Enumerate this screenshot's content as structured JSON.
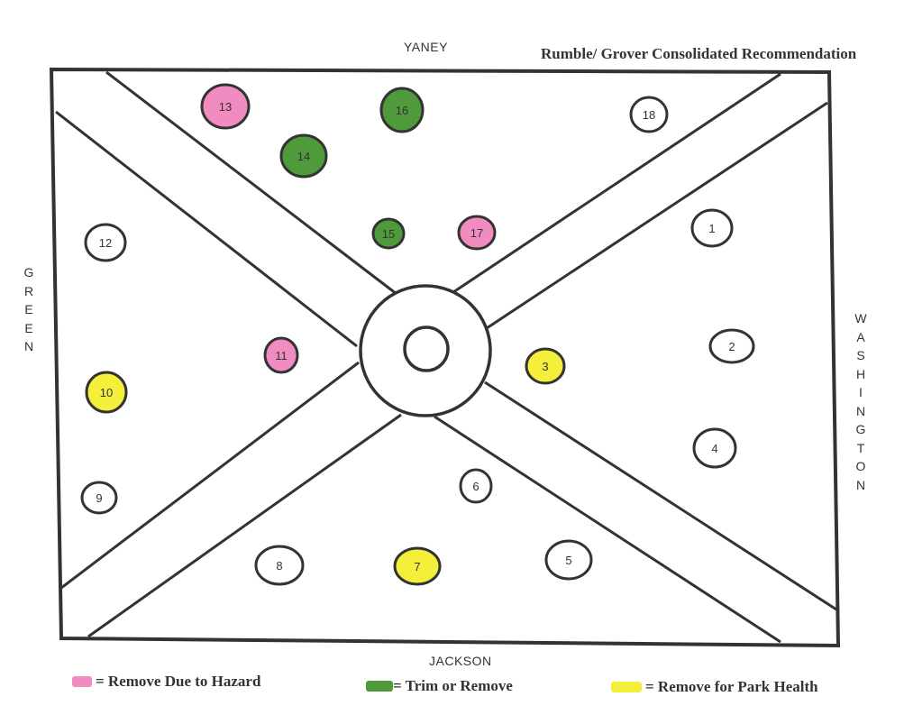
{
  "title": "Rumble/ Grover Consolidated Recommendation",
  "streets": {
    "top": "YANEY",
    "bottom": "JACKSON",
    "left": "GREEN",
    "right": "WASHINGTON"
  },
  "legend": [
    {
      "key": "hazard",
      "label": "= Remove Due to Hazard",
      "color": "#f08cc0"
    },
    {
      "key": "trim",
      "label": "= Trim or Remove",
      "color": "#4f9a3a"
    },
    {
      "key": "health",
      "label": "= Remove for Park Health",
      "color": "#f3ef3a"
    }
  ],
  "colors": {
    "hazard": "#f08cc0",
    "trim": "#4f9a3a",
    "health": "#f3ef3a",
    "none": "#ffffff"
  },
  "trees": [
    {
      "id": "1",
      "status": "none"
    },
    {
      "id": "2",
      "status": "none"
    },
    {
      "id": "3",
      "status": "health"
    },
    {
      "id": "4",
      "status": "none"
    },
    {
      "id": "5",
      "status": "none"
    },
    {
      "id": "6",
      "status": "none"
    },
    {
      "id": "7",
      "status": "health"
    },
    {
      "id": "8",
      "status": "none"
    },
    {
      "id": "9",
      "status": "none"
    },
    {
      "id": "10",
      "status": "health"
    },
    {
      "id": "11",
      "status": "hazard"
    },
    {
      "id": "12",
      "status": "none"
    },
    {
      "id": "13",
      "status": "hazard"
    },
    {
      "id": "14",
      "status": "trim"
    },
    {
      "id": "15",
      "status": "trim"
    },
    {
      "id": "16",
      "status": "trim"
    },
    {
      "id": "17",
      "status": "hazard"
    },
    {
      "id": "18",
      "status": "none"
    }
  ]
}
